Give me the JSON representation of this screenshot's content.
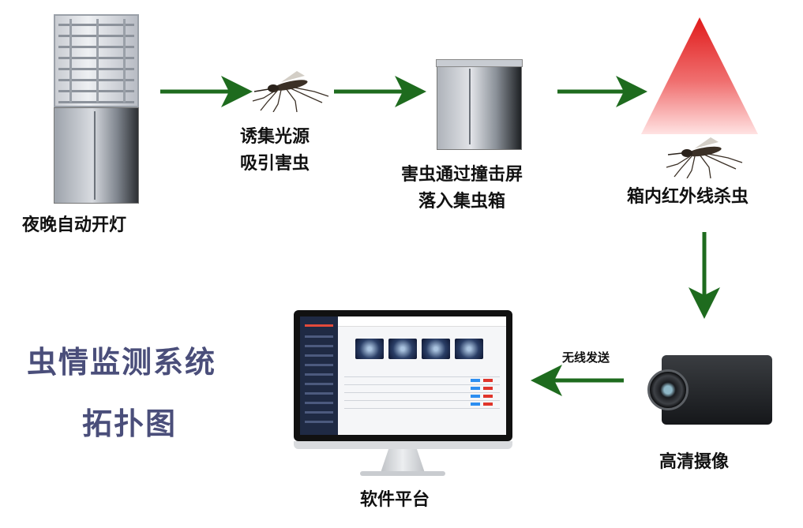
{
  "steps": {
    "step1": "夜晚自动开灯",
    "step2_line1": "诱集光源",
    "step2_line2": "吸引害虫",
    "step3_line1": "害虫通过撞击屏",
    "step3_line2": "落入集虫箱",
    "step4": "箱内红外线杀虫",
    "step5": "高清摄像",
    "step6": "软件平台"
  },
  "transfer_label": "无线发送",
  "title": {
    "line1": "虫情监测系统",
    "line2": "拓扑图"
  },
  "colors": {
    "arrow": "#1e6b1e",
    "title": "#4a4e7a",
    "ir_cone": "#e01a1a"
  },
  "icons": [
    "trap-tower-icon",
    "mosquito-icon",
    "collection-box-icon",
    "infrared-cone-icon",
    "camera-icon",
    "monitor-icon"
  ]
}
